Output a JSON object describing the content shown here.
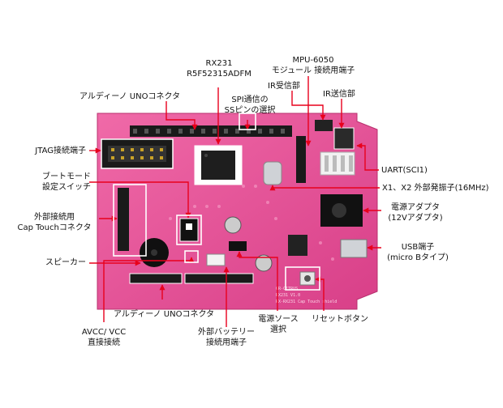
{
  "labels": {
    "rx231": [
      "RX231",
      "R5F52315ADFM"
    ],
    "mpu6050": [
      "MPU-6050",
      "モジュール 接続用端子"
    ],
    "arduino_top": [
      "アルディーノ UNOコネクタ"
    ],
    "spi": [
      "SPI通信の",
      "SSピンの選択"
    ],
    "ir_rx": [
      "IR受信部"
    ],
    "ir_tx": [
      "IR送信部"
    ],
    "jtag": [
      "JTAG接続端子"
    ],
    "bootmode": [
      "ブートモード",
      "設定スイッチ"
    ],
    "cap_touch": [
      "外部接続用",
      "Cap Touchコネクタ"
    ],
    "speaker": [
      "スピーカー"
    ],
    "uart": [
      "UART(SCI1)"
    ],
    "osc": [
      "X1、X2 外部発振子(16MHz)"
    ],
    "power_adapter": [
      "電源アダプタ",
      "(12Vアダプタ)"
    ],
    "usb": [
      "USB端子",
      "(micro Bタイプ)"
    ],
    "arduino_bottom": [
      "アルディーノ UNOコネクタ"
    ],
    "avcc": [
      "AVCC/ VCC",
      "直接接続"
    ],
    "battery": [
      "外部バッテリー",
      "接続用端子"
    ],
    "power_src": [
      "電源ソース",
      "選択"
    ],
    "reset": [
      "リセットボタン"
    ]
  },
  "board": {
    "silk_text": [
      "GR-CITRUS",
      "RX231 V1.0",
      "RX-RX231 Cap Touch shield"
    ]
  },
  "colors": {
    "board": "#e8549c",
    "arrow": "#e8001c",
    "callout_box": "#ffffff"
  }
}
